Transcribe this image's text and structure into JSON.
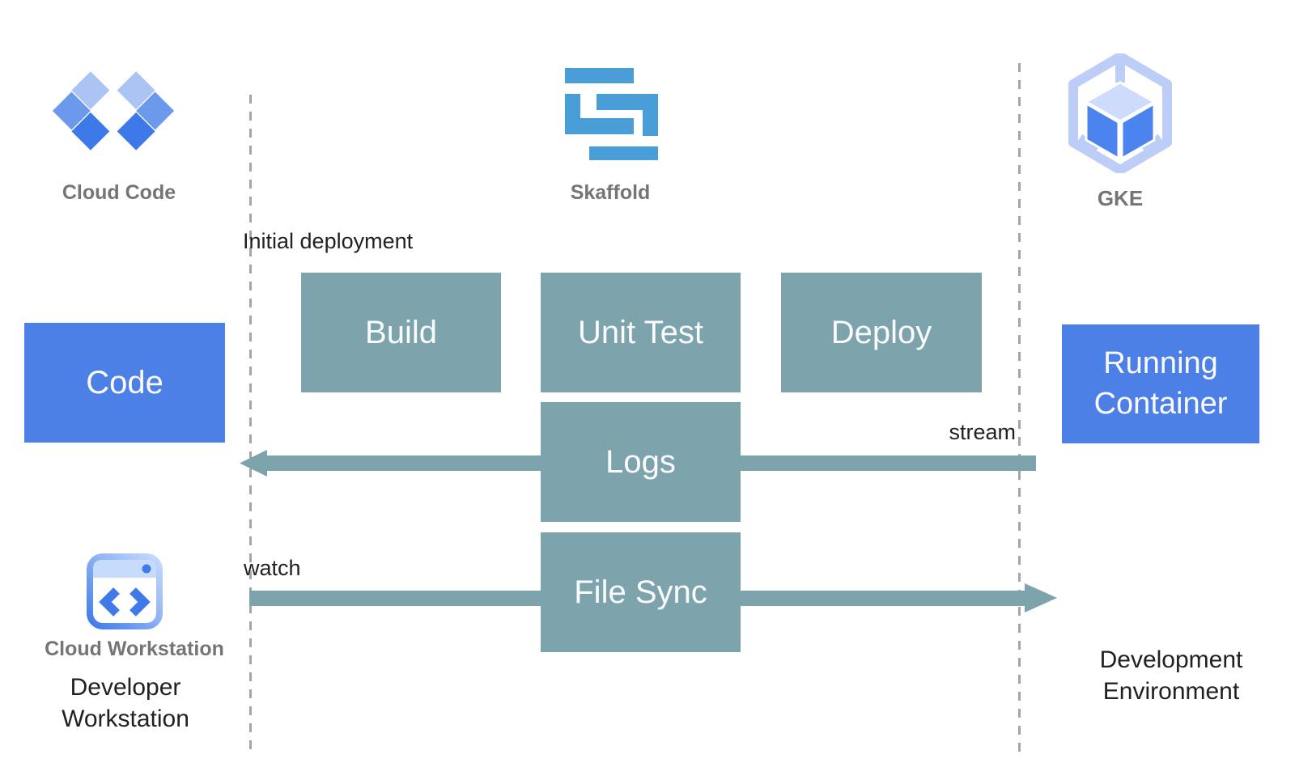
{
  "icons": {
    "cloud_code": {
      "label": "Cloud Code"
    },
    "skaffold": {
      "label": "Skaffold"
    },
    "gke": {
      "label": "GKE"
    },
    "cloud_workstation": {
      "label": "Cloud Workstation"
    }
  },
  "boxes": {
    "code": "Code",
    "build": "Build",
    "unit_test": "Unit Test",
    "deploy": "Deploy",
    "logs": "Logs",
    "file_sync": "File Sync",
    "running_container": "Running Container"
  },
  "annotations": {
    "initial_deployment": "Initial deployment",
    "stream": "stream",
    "watch": "watch"
  },
  "captions": {
    "developer_workstation": "Developer Workstation",
    "development_environment": "Development Environment"
  },
  "colors": {
    "teal": "#7da3ac",
    "blue": "#4d80e6",
    "box_text": "#fafbfc",
    "skaffold_blue": "#4a9ed7",
    "label_gray": "#757575",
    "text_dark": "#202124",
    "dash_gray": "#a2a6aa",
    "cc_light": "#abc4f4",
    "cc_mid": "#6c99ec",
    "cc_dark": "#3d79e8",
    "gke_outline": "#bccdf7",
    "gke_face_top": "#cddcfb",
    "gke_face_side": "#4c84ef",
    "ws_light": "#c7dbfb",
    "ws_accent": "#3f7ae8"
  }
}
